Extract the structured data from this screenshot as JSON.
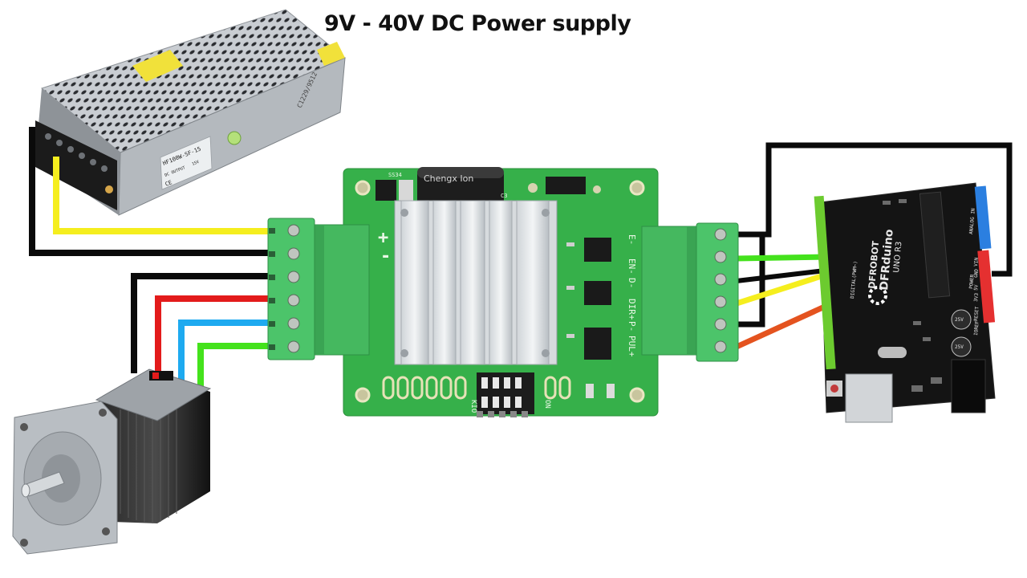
{
  "diagram": {
    "title": "9V - 40V DC Power supply"
  },
  "psu": {
    "label_model": "HF100W-SF-15",
    "label_cert": "CE",
    "label_output": "DC OUTPUT",
    "label_rating": "15V",
    "label_serial": "C1229/9512"
  },
  "driver": {
    "label_cap": "Chengx Ion",
    "label_top_left": "SS34",
    "label_c3": "C3",
    "label_en": "EN-",
    "label_dir": "DIR+",
    "label_pul": "PUL+",
    "label_e": "E-",
    "label_d": "D-",
    "label_p": "P-",
    "label_on": "ON",
    "label_kio": "KIO",
    "label_plus": "+",
    "label_minus": "-"
  },
  "arduino": {
    "label_brand": "DFROBOT",
    "label_board": "DFRduino",
    "label_version": "UNO R3",
    "label_digital": "DIGITAL(PWM~)",
    "label_analog": "ANALOG IN",
    "label_power": "POWER",
    "label_5v": "5V",
    "label_gnd": "GND",
    "label_vin": "VIN",
    "label_3v3": "3V3",
    "label_reset": "RESET",
    "label_ioref": "IOREF",
    "label_cap1": "25V",
    "label_cap2": "25V"
  },
  "colors": {
    "wire_black": "#0a0a0a",
    "wire_yellow": "#f5ee1e",
    "wire_red": "#e31b1b",
    "wire_blue": "#1eaaf0",
    "wire_green": "#44e21c",
    "wire_orange": "#e4531f",
    "pcb_green": "#36b04a",
    "terminal_green": "#4cc46a",
    "arduino_black": "#141414"
  }
}
